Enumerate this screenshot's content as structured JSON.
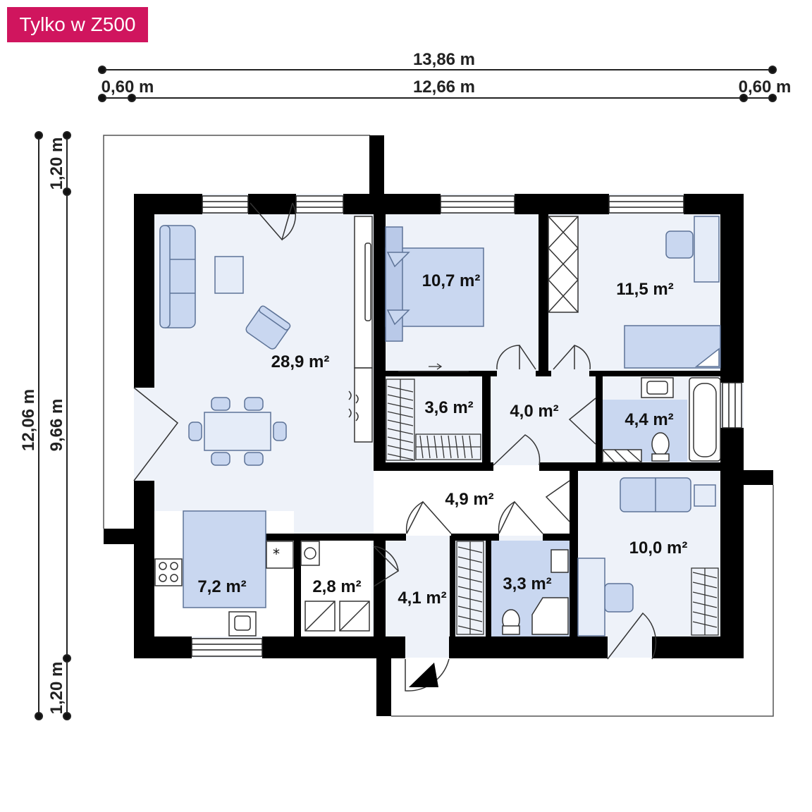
{
  "badge": {
    "label": "Tylko w Z500",
    "color": "#d0155e"
  },
  "dimensions": {
    "overall_width": "13,86 m",
    "inner_width": "12,66 m",
    "overhang_left": "0,60 m",
    "overhang_right": "0,60 m",
    "overall_depth": "12,06 m",
    "inner_depth": "9,66 m",
    "overhang_top": "1,20 m",
    "overhang_bottom": "1,20 m"
  },
  "rooms": [
    {
      "id": "living",
      "area": "28,9 m²"
    },
    {
      "id": "bedroom1",
      "area": "10,7 m²"
    },
    {
      "id": "bedroom2",
      "area": "11,5 m²"
    },
    {
      "id": "wardrobe",
      "area": "3,6 m²"
    },
    {
      "id": "hall_inner",
      "area": "4,0 m²"
    },
    {
      "id": "bathroom",
      "area": "4,4 m²"
    },
    {
      "id": "corridor",
      "area": "4,9 m²"
    },
    {
      "id": "bedroom3",
      "area": "10,0 m²"
    },
    {
      "id": "kitchen",
      "area": "7,2 m²"
    },
    {
      "id": "utility",
      "area": "2,8 m²"
    },
    {
      "id": "entrance",
      "area": "4,1 m²"
    },
    {
      "id": "wc",
      "area": "3,3 m²"
    }
  ],
  "colors": {
    "wall": "#000000",
    "floor": "#eef2f9",
    "furniture": "#c9d7f0",
    "furniture_stroke": "#5d7397",
    "line": "#333333"
  }
}
